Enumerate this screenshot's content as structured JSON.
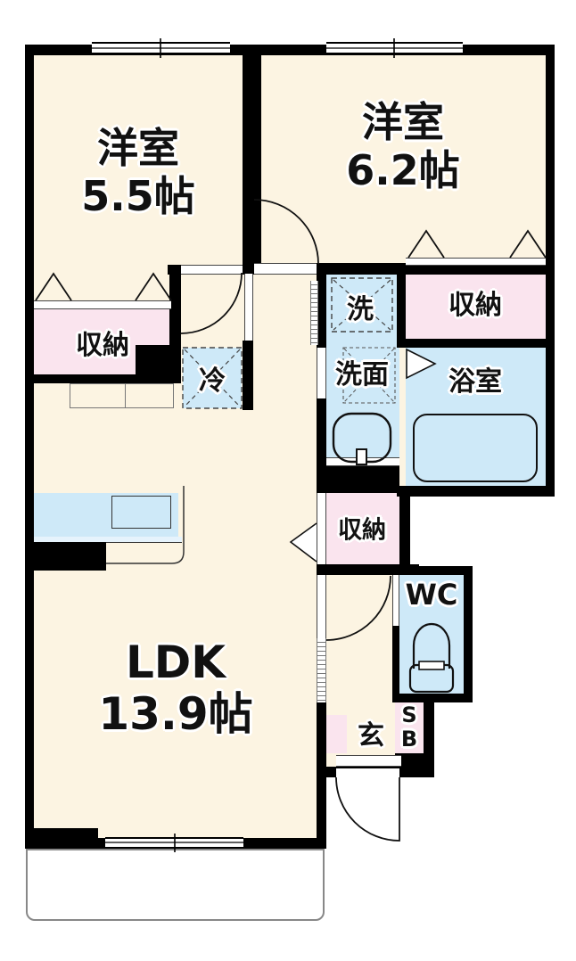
{
  "title": "1LDK floor plan",
  "rooms": {
    "bedroom1": {
      "label": "洋室",
      "size": "5.5帖"
    },
    "bedroom2": {
      "label": "洋室",
      "size": "6.2帖"
    },
    "ldk": {
      "label": "LDK",
      "size": "13.9帖"
    },
    "closet_bedroom1": {
      "label": "収納"
    },
    "closet_bedroom2": {
      "label": "収納"
    },
    "closet_hall": {
      "label": "収納"
    },
    "washer_space": {
      "label": "洗"
    },
    "washroom": {
      "label": "洗面"
    },
    "bathroom": {
      "label": "浴室"
    },
    "refrigerator_space": {
      "label": "冷"
    },
    "toilet_room": {
      "label": "WC"
    },
    "entrance": {
      "label": "玄"
    },
    "shoe_box": {
      "line1": "S",
      "line2": "B"
    }
  },
  "icons": [
    "window-symbol",
    "door-swing-arc",
    "folding-door-triangle",
    "bathtub-icon",
    "toilet-icon",
    "washbasin-icon",
    "kitchen-sink-icon",
    "washer-pan-icon",
    "refrigerator-box-icon"
  ],
  "colors": {
    "floor": "#FCF4E2",
    "closet": "#FAE4EE",
    "wet_area": "#CEE9F8",
    "wall": "#000000",
    "thin_line": "#333333",
    "balcony_border": "#888888"
  }
}
